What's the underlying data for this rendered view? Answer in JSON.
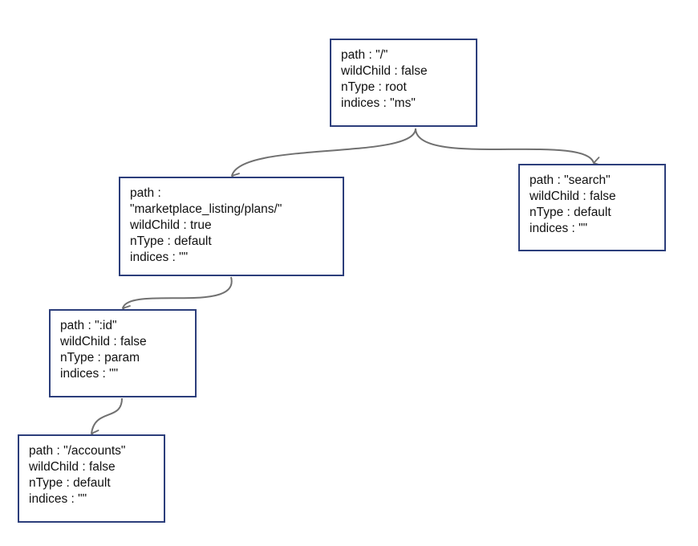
{
  "nodes": {
    "root": {
      "path": "path : \"/\"",
      "wildChild": "wildChild : false",
      "nType": "nType : root",
      "indices": "indices : \"ms\""
    },
    "search": {
      "path": "path : \"search\"",
      "wildChild": "wildChild : false",
      "nType": "nType : default",
      "indices": "indices : \"\""
    },
    "marketplace": {
      "path_label": "path :",
      "path_value": "\"marketplace_listing/plans/\"",
      "wildChild": "wildChild : true",
      "nType": "nType : default",
      "indices": "indices : \"\""
    },
    "id": {
      "path": "path : \":id\"",
      "wildChild": "wildChild : false",
      "nType": "nType : param",
      "indices": "indices : \"\""
    },
    "accounts": {
      "path": "path : \"/accounts\"",
      "wildChild": "wildChild : false",
      "nType": "nType : default",
      "indices": "indices : \"\""
    }
  },
  "edges": [
    {
      "from": "root",
      "to": "marketplace"
    },
    {
      "from": "root",
      "to": "search"
    },
    {
      "from": "marketplace",
      "to": "id"
    },
    {
      "from": "id",
      "to": "accounts"
    }
  ],
  "colors": {
    "node_border": "#2c3e7b",
    "edge": "#707070",
    "text": "#111111"
  }
}
